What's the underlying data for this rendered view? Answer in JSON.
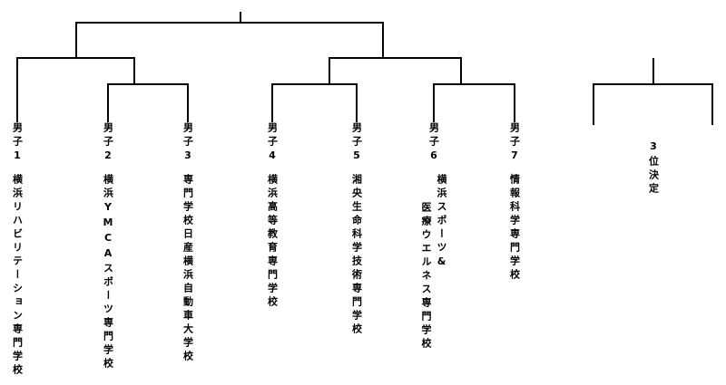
{
  "colors": {
    "background": "#ffffff",
    "line": "#000000",
    "text": "#000000"
  },
  "teams": [
    {
      "seed": "男子1",
      "name_lines": [
        "横浜リハビリテーション専門学校"
      ]
    },
    {
      "seed": "男子2",
      "name_lines": [
        "横浜YMCAスポーツ専門学校"
      ]
    },
    {
      "seed": "男子3",
      "name_lines": [
        "専門学校日産横浜自動車大学校"
      ]
    },
    {
      "seed": "男子4",
      "name_lines": [
        "横浜高等教育専門学校"
      ]
    },
    {
      "seed": "男子5",
      "name_lines": [
        "湘央生命科学技術専門学校"
      ]
    },
    {
      "seed": "男子6",
      "name_lines": [
        "横浜スポーツ&",
        "医療ウエルネス専門学校"
      ]
    },
    {
      "seed": "男子7",
      "name_lines": [
        "情報科学専門学校"
      ]
    }
  ],
  "third_place_label": "3位決定"
}
